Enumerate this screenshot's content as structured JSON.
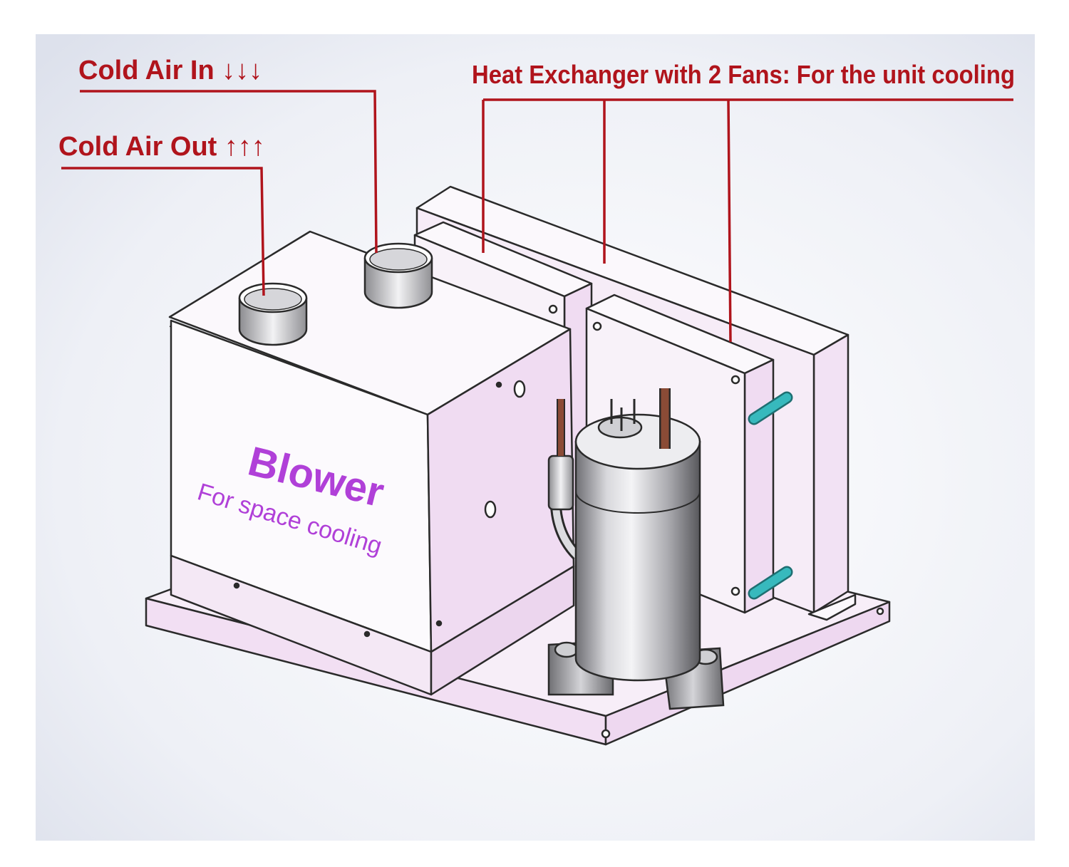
{
  "colors": {
    "label_red": "#b0141c",
    "blower_text": "#b040d8",
    "tube_teal": "#37b9bd",
    "copper": "#8a4b36",
    "face_pink": "#f0dcf2",
    "face_white": "#fbf8fc",
    "outline": "#2a2a2a"
  },
  "labels": {
    "cold_air_in": "Cold Air In ↓↓↓",
    "cold_air_out": "Cold Air Out ↑↑↑",
    "heat_exchanger": "Heat Exchanger with 2 Fans: For the unit cooling"
  },
  "blower": {
    "title": "Blower",
    "subtitle": "For space cooling"
  }
}
